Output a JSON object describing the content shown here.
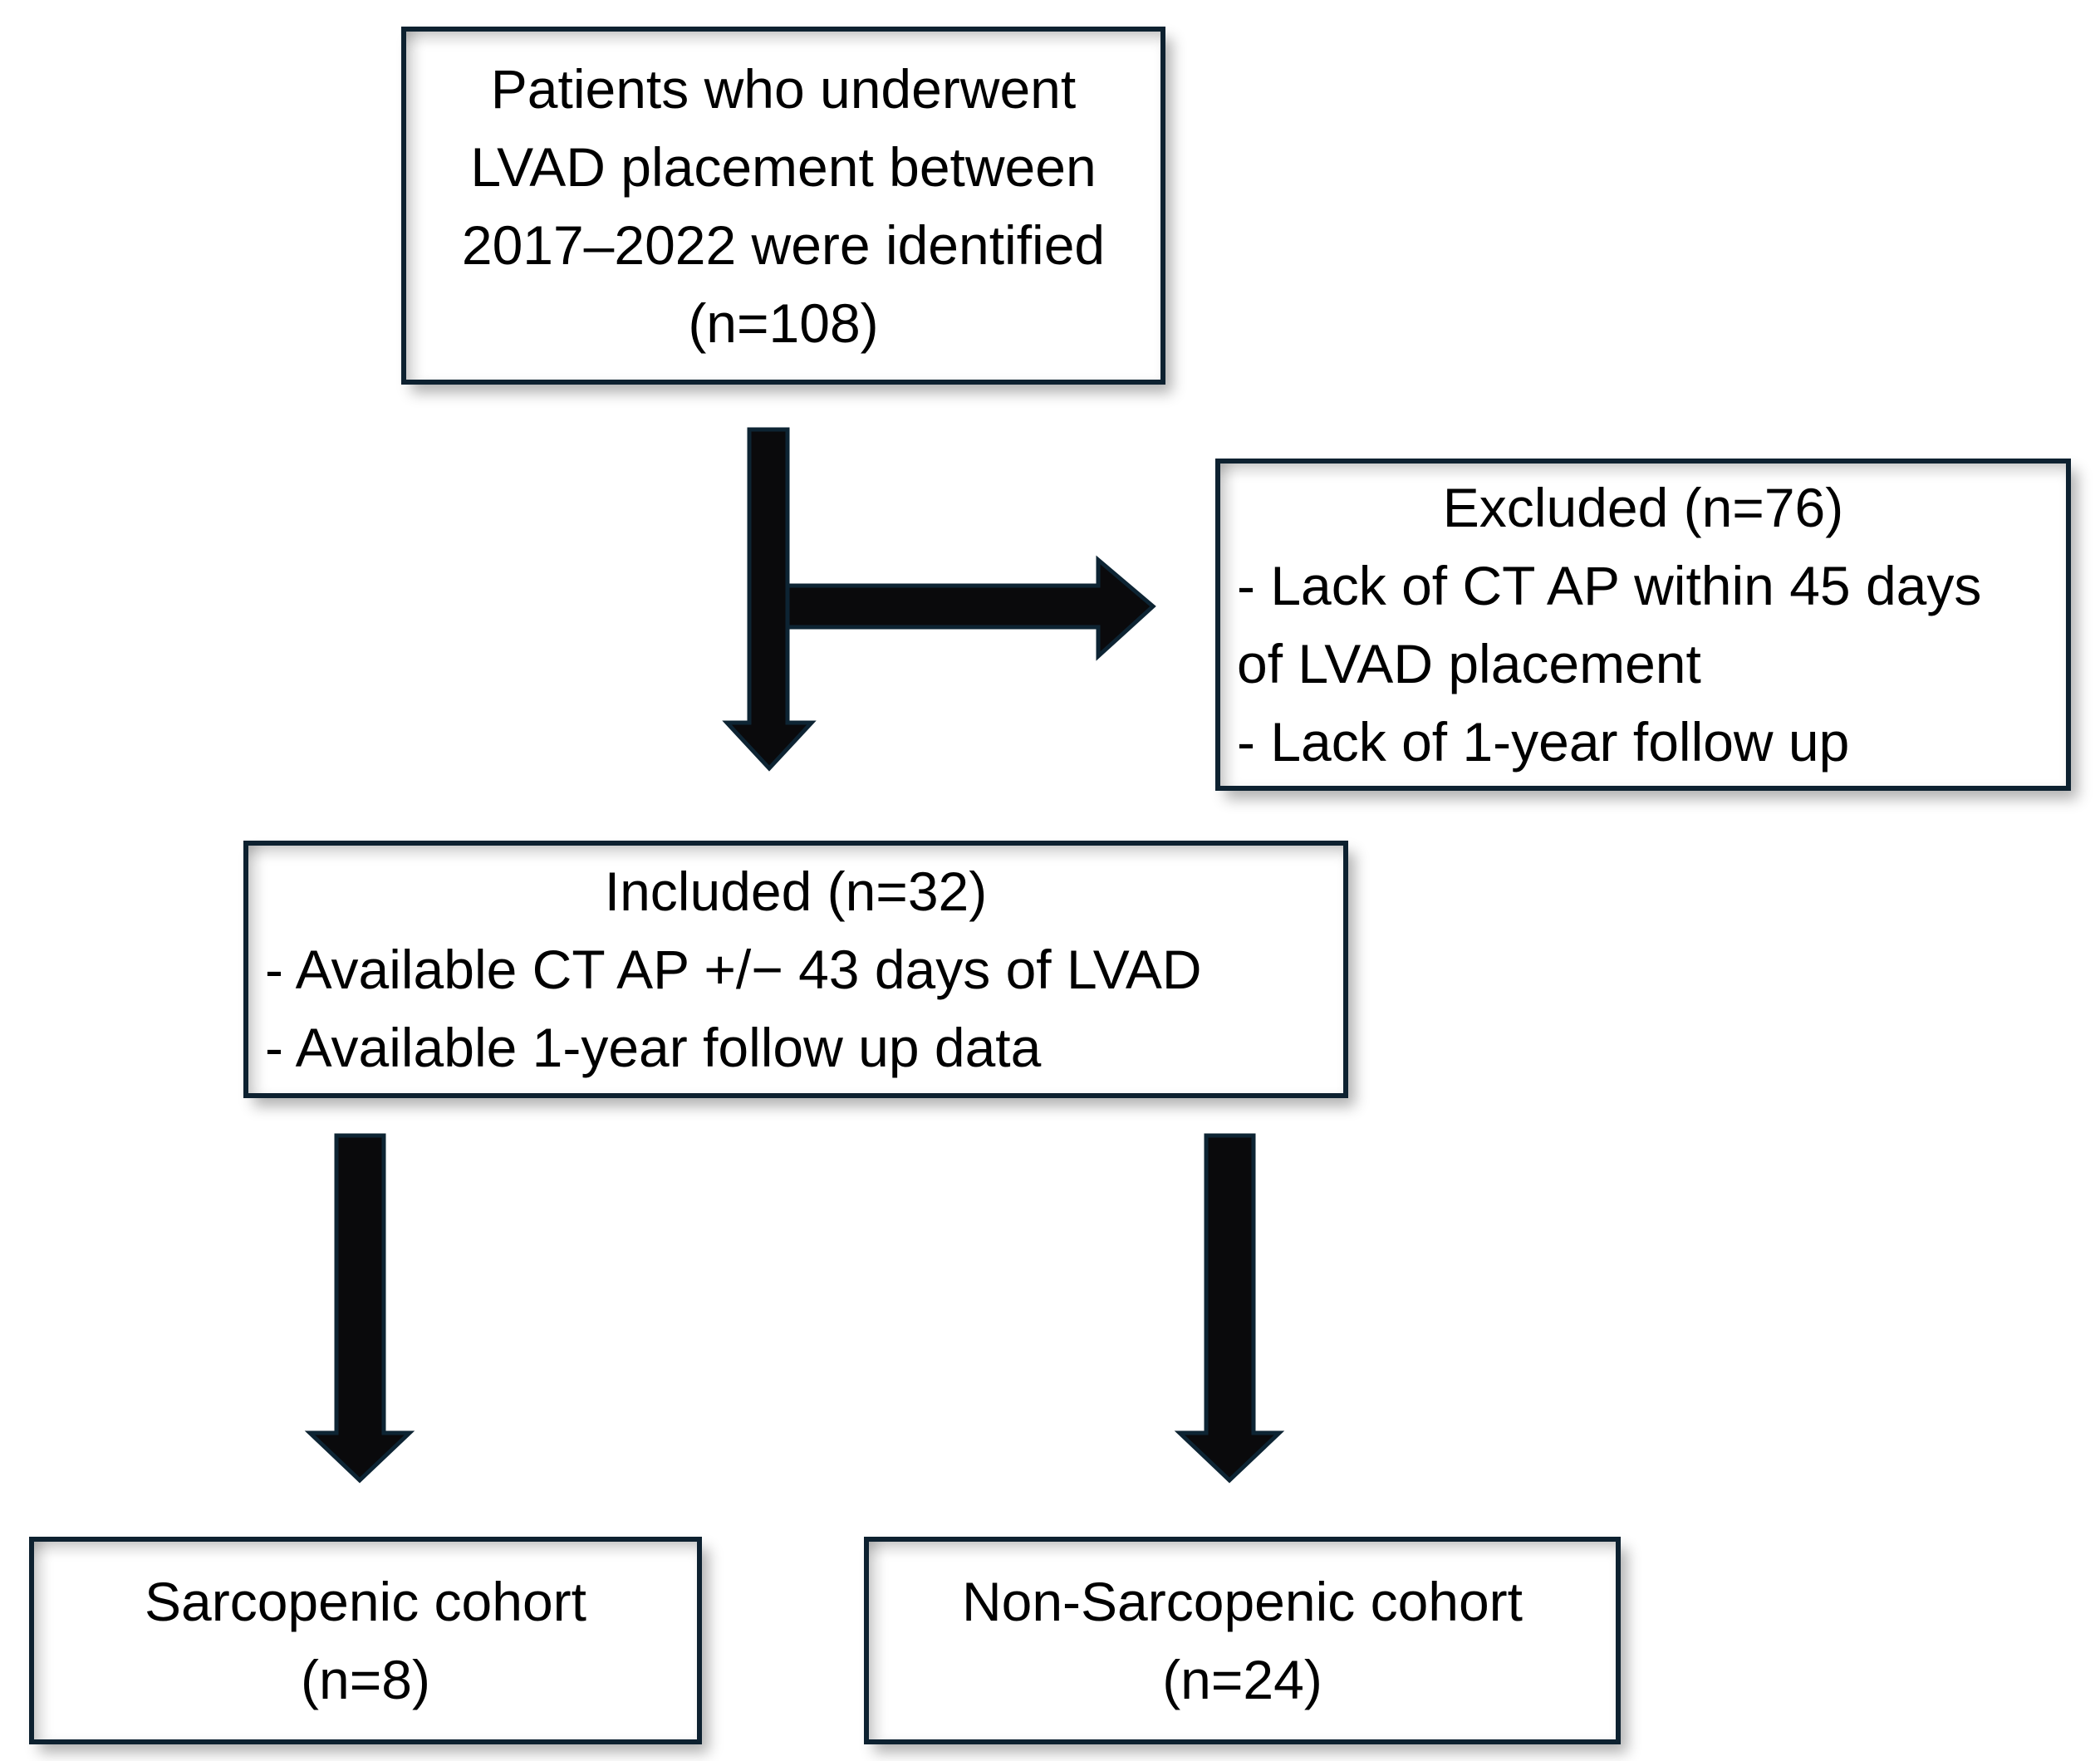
{
  "theme": {
    "background": "#ffffff",
    "box_fill": "#ffffff",
    "box_border": "#0d2130",
    "arrow_fill": "#0a0a0c",
    "arrow_outline": "#0d2433",
    "text_color": "#000000"
  },
  "flowchart": {
    "top_box": {
      "lines": [
        "Patients who underwent",
        "LVAD placement between",
        "2017–2022 were identified",
        "(n=108)"
      ]
    },
    "excluded_box": {
      "title": "Excluded (n=76)",
      "lines": [
        "- Lack of CT AP within 45 days",
        "of LVAD placement",
        "- Lack of 1-year follow up"
      ]
    },
    "included_box": {
      "title": "Included (n=32)",
      "lines": [
        "- Available CT AP +/− 43 days of LVAD",
        "- Available 1-year follow up data"
      ]
    },
    "sarcopenic_box": {
      "lines": [
        "Sarcopenic cohort",
        "(n=8)"
      ]
    },
    "non_sarcopenic_box": {
      "lines": [
        "Non-Sarcopenic cohort",
        "(n=24)"
      ]
    }
  }
}
